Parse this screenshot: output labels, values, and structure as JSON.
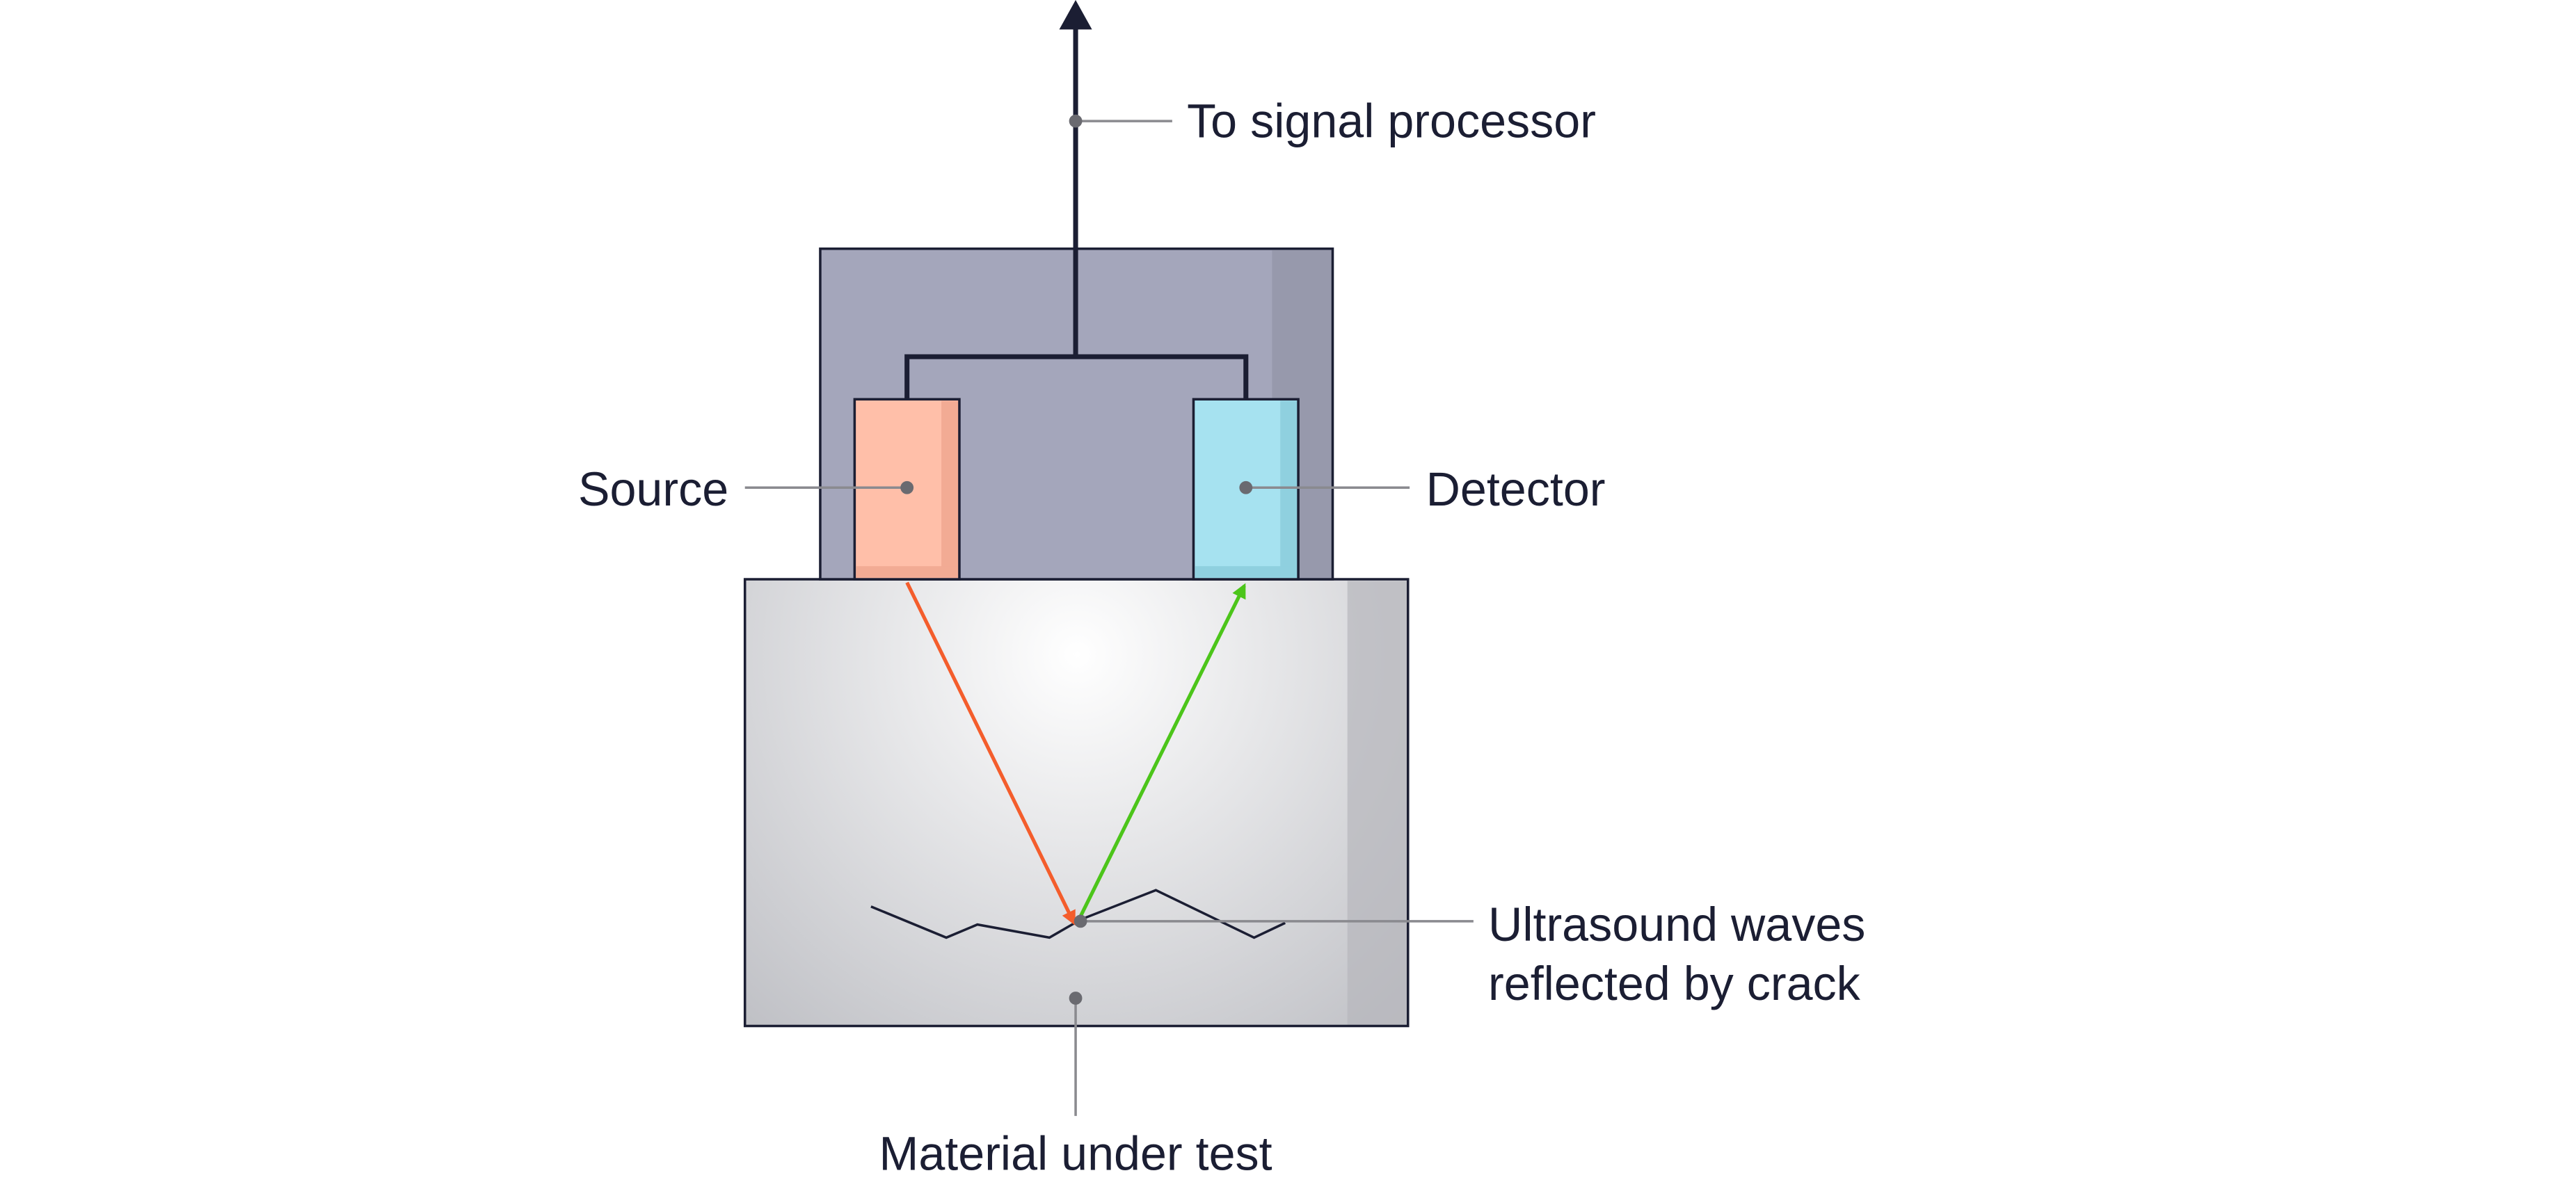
{
  "labels": {
    "to_signal_processor": "To signal processor",
    "source": "Source",
    "detector": "Detector",
    "reflected_line1": "Ultrasound waves",
    "reflected_line2": "reflected by crack",
    "material_under_test": "Material under test"
  },
  "colors": {
    "outline": "#1b1e33",
    "probe_housing": "#a4a6bb",
    "probe_housing_shade": "#9799ac",
    "source_fill": "#ffbfa9",
    "source_shade": "#f2ab94",
    "detector_fill": "#a6e2f0",
    "detector_shade": "#8fd0df",
    "material_light": "#ffffff",
    "material_dark": "#c0c1c6",
    "material_shade": "#b6b7bc",
    "incident_wave": "#f45d2c",
    "reflected_wave": "#4cc51a",
    "leader_line": "#8a8a8f",
    "leader_dot": "#6a6a70",
    "text": "#1b1e33"
  },
  "icons": {
    "up_arrow": "arrowhead-up-icon"
  }
}
